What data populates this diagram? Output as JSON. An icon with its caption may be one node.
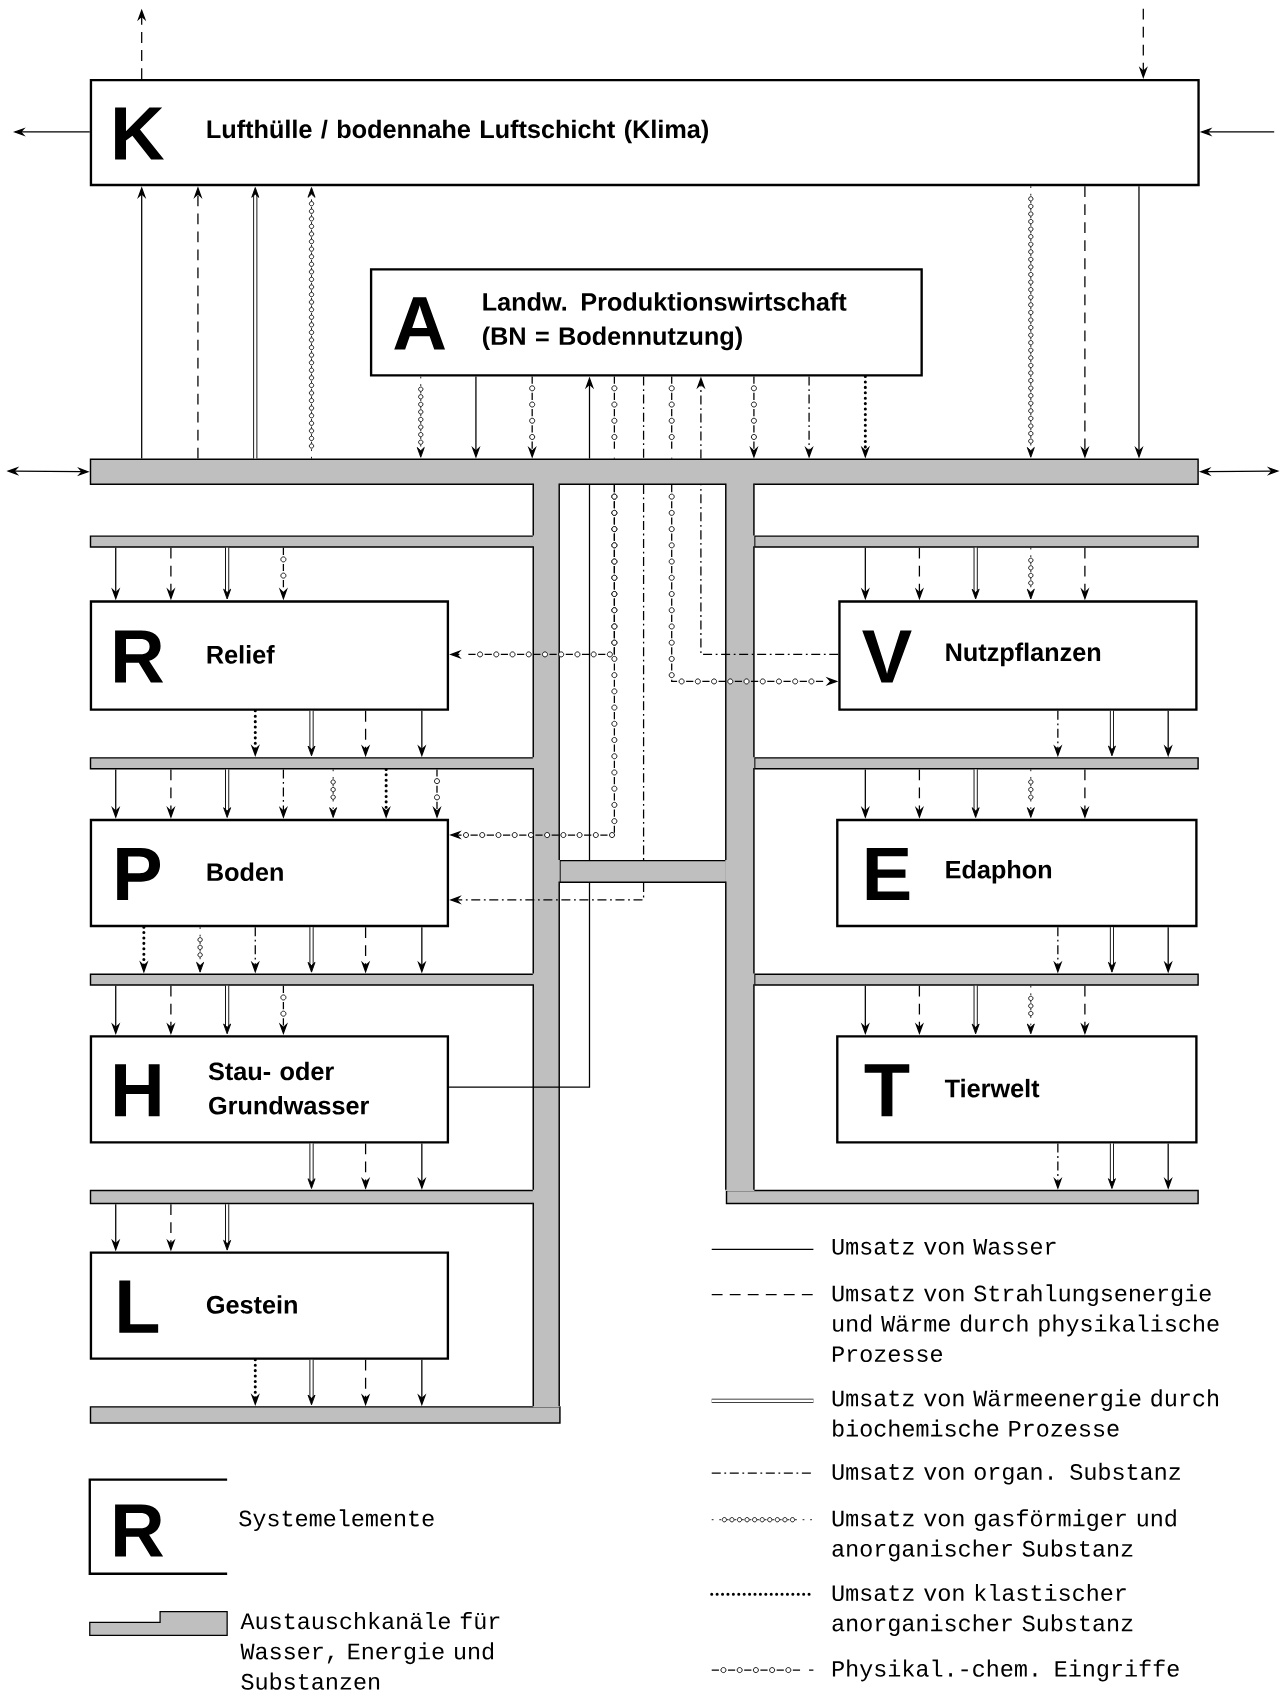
{
  "diagram": {
    "nodes": [
      {
        "text": [
          "K",
          "Lufthülle / bodennahe Luftschicht (Klima)"
        ]
      },
      {
        "text": [
          "A",
          "Landw. Produktionswirtschaft (BN = Bodennutzung)"
        ]
      },
      {
        "text": [],
        "shape": "bar"
      },
      {
        "text": [
          "R",
          "Relief"
        ]
      },
      {
        "text": [
          "P",
          "Boden"
        ]
      },
      {
        "text": [
          "H",
          "Stau- oder Grundwasser"
        ]
      },
      {
        "text": [
          "L",
          "Gestein"
        ]
      },
      {
        "text": [
          "V",
          "Nutzpflanzen"
        ]
      },
      {
        "text": [
          "E",
          "Edaphon"
        ]
      },
      {
        "text": [
          "T",
          "Tierwelt"
        ]
      },
      {
        "text": [],
        "shape": "bar"
      },
      {
        "text": [],
        "shape": "bar"
      },
      {
        "text": [],
        "shape": "bar"
      },
      {
        "text": [],
        "shape": "bar"
      },
      {
        "text": [],
        "shape": "bar"
      },
      {
        "text": [],
        "shape": "bar"
      },
      {
        "text": [],
        "shape": "bar"
      },
      {
        "text": [],
        "shape": "bar"
      },
      {
        "text": [],
        "shape": "bar"
      },
      {
        "text": [],
        "shape": "bar"
      }
    ],
    "edges": [
      {
        "from": 2,
        "to": 0,
        "arrow": "to"
      },
      {
        "from": 2,
        "to": 0,
        "arrow": "to",
        "style": "dashed"
      },
      {
        "from": 2,
        "to": 0,
        "arrow": "to",
        "style": "thick"
      },
      {
        "from": 2,
        "to": 0,
        "arrow": "to",
        "style": "dashed"
      },
      {
        "from": 0,
        "to": 2,
        "arrow": "to",
        "style": "dashed"
      },
      {
        "from": 0,
        "to": 2,
        "arrow": "to",
        "style": "dashed"
      },
      {
        "from": 0,
        "to": 2,
        "arrow": "to"
      },
      {
        "from": 0,
        "to": null,
        "arrow": "to",
        "style": "dashed"
      },
      {
        "from": 0,
        "to": null,
        "arrow": "to"
      },
      {
        "from": null,
        "to": 0,
        "arrow": "to",
        "style": "dashed"
      },
      {
        "from": null,
        "to": 0,
        "arrow": "to"
      },
      {
        "from": 2,
        "to": null,
        "arrow": "both"
      },
      {
        "from": 2,
        "to": null,
        "arrow": "both"
      },
      {
        "from": 1,
        "to": 2,
        "arrow": "to",
        "style": "dashed"
      },
      {
        "from": 1,
        "to": 2,
        "arrow": "to"
      },
      {
        "from": 1,
        "to": 2,
        "arrow": "to",
        "style": "dashed"
      },
      {
        "from": 5,
        "to": 19,
        "arrow": "none"
      },
      {
        "from": 1,
        "to": 2,
        "arrow": "to",
        "style": "dashed"
      },
      {
        "from": 1,
        "to": 2,
        "arrow": "to",
        "style": "dashed"
      },
      {
        "from": 1,
        "to": 2,
        "arrow": "to",
        "style": "dashed"
      },
      {
        "from": 2,
        "to": 3,
        "arrow": "to",
        "style": "dashed"
      },
      {
        "from": 2,
        "to": 4,
        "arrow": "to",
        "style": "dashed"
      },
      {
        "from": 19,
        "to": 4,
        "arrow": "to",
        "style": "dashed"
      },
      {
        "from": 2,
        "to": 7,
        "arrow": "to",
        "style": "dashed"
      },
      {
        "from": 7,
        "to": 2,
        "arrow": "none",
        "style": "dashed"
      },
      {
        "from": 10,
        "to": 3,
        "arrow": "to"
      },
      {
        "from": 10,
        "to": 3,
        "arrow": "to",
        "style": "dashed"
      },
      {
        "from": 10,
        "to": 3,
        "arrow": "to",
        "style": "thick"
      },
      {
        "from": 10,
        "to": 3,
        "arrow": "to",
        "style": "dashed"
      },
      {
        "from": 3,
        "to": 11,
        "arrow": "to",
        "style": "dashed"
      },
      {
        "from": 3,
        "to": 11,
        "arrow": "to",
        "style": "thick"
      },
      {
        "from": 3,
        "to": 11,
        "arrow": "to",
        "style": "dashed"
      },
      {
        "from": 3,
        "to": 11,
        "arrow": "to"
      },
      {
        "from": 11,
        "to": 4,
        "arrow": "to"
      },
      {
        "from": 11,
        "to": 4,
        "arrow": "to",
        "style": "dashed"
      },
      {
        "from": 11,
        "to": 4,
        "arrow": "to",
        "style": "thick"
      },
      {
        "from": 11,
        "to": 4,
        "arrow": "to",
        "style": "dashed"
      },
      {
        "from": 11,
        "to": 4,
        "arrow": "to",
        "style": "dashed"
      },
      {
        "from": 11,
        "to": 4,
        "arrow": "to",
        "style": "dashed"
      },
      {
        "from": 11,
        "to": 4,
        "arrow": "to",
        "style": "dashed"
      },
      {
        "from": 4,
        "to": 12,
        "arrow": "to",
        "style": "dashed"
      },
      {
        "from": 4,
        "to": 12,
        "arrow": "to",
        "style": "dashed"
      },
      {
        "from": 4,
        "to": 12,
        "arrow": "to",
        "style": "dashed"
      },
      {
        "from": 4,
        "to": 12,
        "arrow": "to",
        "style": "thick"
      },
      {
        "from": 4,
        "to": 12,
        "arrow": "to",
        "style": "dashed"
      },
      {
        "from": 4,
        "to": 12,
        "arrow": "to"
      },
      {
        "from": 12,
        "to": 5,
        "arrow": "to"
      },
      {
        "from": 12,
        "to": 5,
        "arrow": "to",
        "style": "dashed"
      },
      {
        "from": 12,
        "to": 5,
        "arrow": "to",
        "style": "thick"
      },
      {
        "from": 12,
        "to": 5,
        "arrow": "to",
        "style": "dashed"
      },
      {
        "from": 5,
        "to": 13,
        "arrow": "to",
        "style": "thick"
      },
      {
        "from": 5,
        "to": 13,
        "arrow": "to",
        "style": "dashed"
      },
      {
        "from": 5,
        "to": 13,
        "arrow": "to"
      },
      {
        "from": 13,
        "to": 6,
        "arrow": "to"
      },
      {
        "from": 13,
        "to": 6,
        "arrow": "to",
        "style": "dashed"
      },
      {
        "from": 13,
        "to": 6,
        "arrow": "to",
        "style": "thick"
      },
      {
        "from": 6,
        "to": 14,
        "arrow": "to",
        "style": "dashed"
      },
      {
        "from": 6,
        "to": 14,
        "arrow": "to",
        "style": "thick"
      },
      {
        "from": 6,
        "to": 14,
        "arrow": "to",
        "style": "dashed"
      },
      {
        "from": 6,
        "to": 14,
        "arrow": "to"
      },
      {
        "from": 15,
        "to": 7,
        "arrow": "to"
      },
      {
        "from": 15,
        "to": 7,
        "arrow": "to",
        "style": "dashed"
      },
      {
        "from": 15,
        "to": 7,
        "arrow": "to",
        "style": "thick"
      },
      {
        "from": 15,
        "to": 7,
        "arrow": "to",
        "style": "dashed"
      },
      {
        "from": 15,
        "to": 7,
        "arrow": "to",
        "style": "dashed"
      },
      {
        "from": 7,
        "to": 16,
        "arrow": "to",
        "style": "dashed"
      },
      {
        "from": 7,
        "to": 16,
        "arrow": "to",
        "style": "thick"
      },
      {
        "from": 7,
        "to": 16,
        "arrow": "to"
      },
      {
        "from": 16,
        "to": 8,
        "arrow": "to"
      },
      {
        "from": 16,
        "to": 8,
        "arrow": "to",
        "style": "dashed"
      },
      {
        "from": 16,
        "to": 8,
        "arrow": "to",
        "style": "thick"
      },
      {
        "from": 16,
        "to": 8,
        "arrow": "to",
        "style": "dashed"
      },
      {
        "from": 16,
        "to": 8,
        "arrow": "to",
        "style": "dashed"
      },
      {
        "from": 8,
        "to": 17,
        "arrow": "to",
        "style": "dashed"
      },
      {
        "from": 8,
        "to": 17,
        "arrow": "to",
        "style": "thick"
      },
      {
        "from": 8,
        "to": 17,
        "arrow": "to"
      },
      {
        "from": 17,
        "to": 9,
        "arrow": "to"
      },
      {
        "from": 17,
        "to": 9,
        "arrow": "to",
        "style": "dashed"
      },
      {
        "from": 17,
        "to": 9,
        "arrow": "to",
        "style": "thick"
      },
      {
        "from": 17,
        "to": 9,
        "arrow": "to",
        "style": "dashed"
      },
      {
        "from": 17,
        "to": 9,
        "arrow": "to",
        "style": "dashed"
      },
      {
        "from": 9,
        "to": 18,
        "arrow": "to",
        "style": "dashed"
      },
      {
        "from": 9,
        "to": 18,
        "arrow": "to",
        "style": "thick"
      },
      {
        "from": 9,
        "to": 18,
        "arrow": "to"
      },
      {
        "from": 2,
        "to": 1,
        "arrow": "to"
      },
      {
        "from": 1,
        "to": 2,
        "arrow": "none",
        "style": "dashed"
      },
      {
        "from": 1,
        "to": 2,
        "arrow": "none",
        "style": "dashed"
      },
      {
        "from": 1,
        "to": 2,
        "arrow": "none",
        "style": "dashed"
      },
      {
        "from": 2,
        "to": 1,
        "arrow": "to",
        "style": "dashed"
      },
      {
        "from": 19,
        "to": 2,
        "arrow": "none"
      },
      {
        "from": 2,
        "to": 19,
        "arrow": "none",
        "style": "dashed"
      }
    ],
    "labels": [
      "R"
    ],
    "legend": [
      {
        "text": "Umsatz von Wasser"
      },
      {
        "text": "Umsatz von Strahlungsenergie und Wärme durch physikalische Prozesse"
      },
      {
        "text": "Umsatz von Wärmeenergie durch biochemische Prozesse"
      },
      {
        "text": "Umsatz von organ. Substanz"
      },
      {
        "text": "Umsatz von gasförmiger und anorganischer Substanz"
      },
      {
        "text": "Umsatz von klastischer anorganischer Substanz"
      },
      {
        "text": "Physikal.-chem. Eingriffe"
      },
      {
        "text": "Systemelemente"
      },
      {
        "text": "Austauschkanäle für Wasser, Energie und Substanzen",
        "color": "#bfbfbf"
      }
    ]
  }
}
